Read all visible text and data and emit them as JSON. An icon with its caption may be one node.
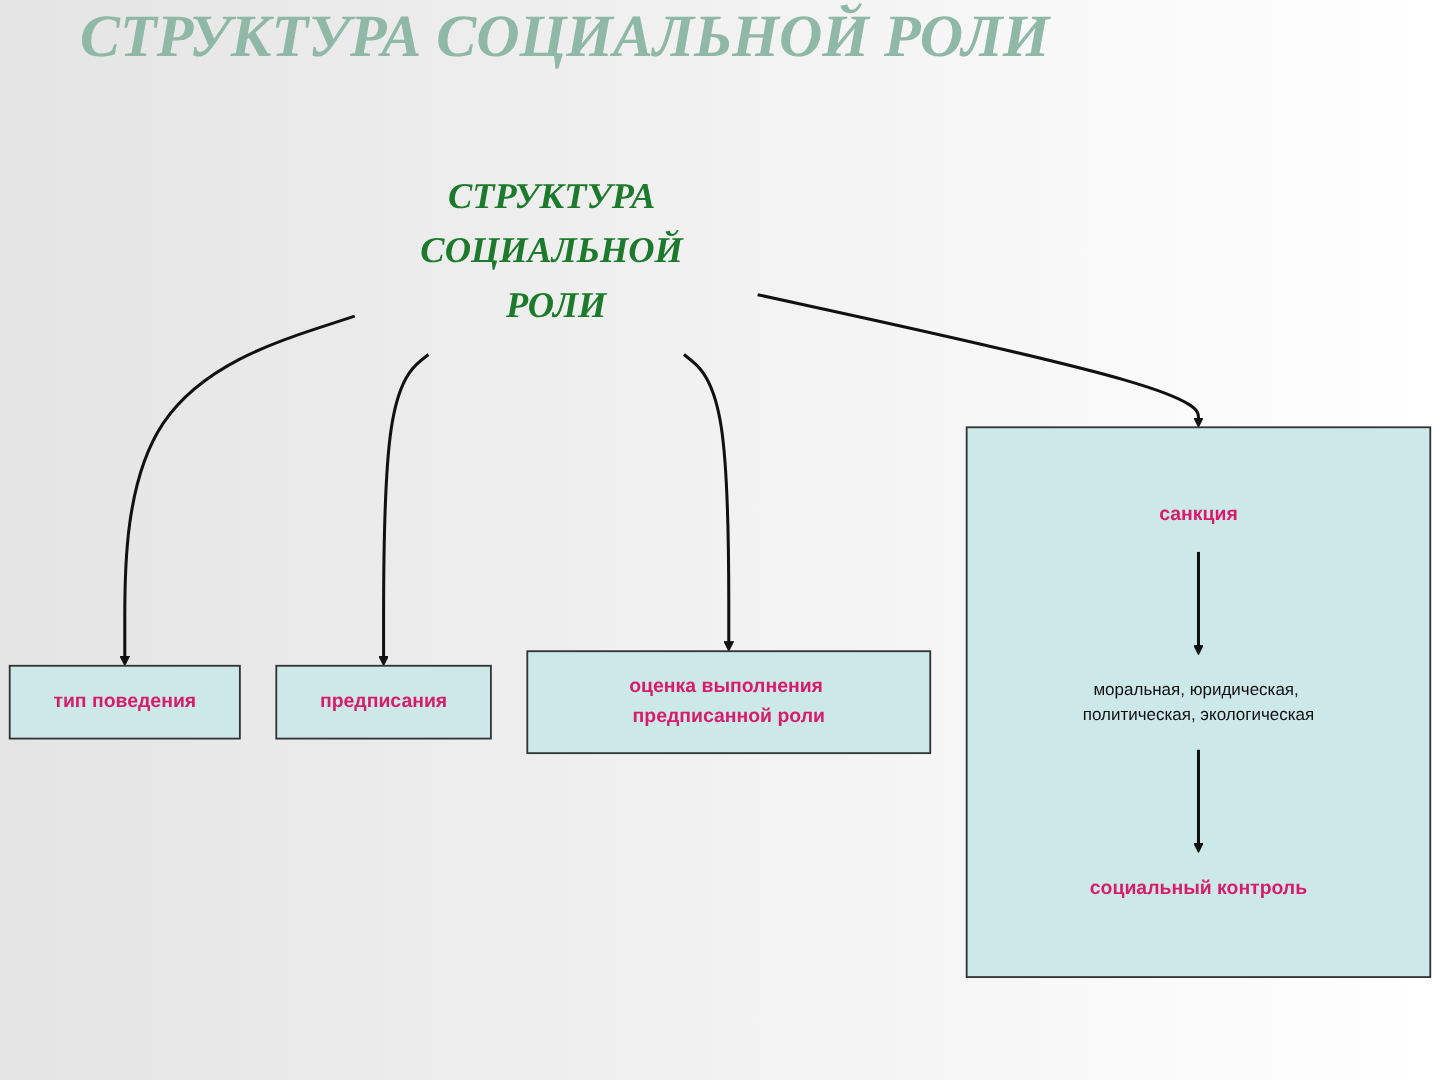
{
  "diagram": {
    "nodes": [
      {
        "text": [
          "СТРУКТУРА СОЦИАЛЬНОЙ РОЛИ"
        ]
      },
      {
        "text": [
          "тип поведения"
        ]
      },
      {
        "text": [
          "предписания"
        ]
      },
      {
        "text": [
          "оценка выполнения предписанной роли"
        ]
      },
      {
        "text": [],
        "shape": "box"
      },
      {
        "text": [
          "санкция"
        ],
        "in": 4
      },
      {
        "text": [
          "моральная, юридическая, политическая, экологическая"
        ],
        "in": 4
      },
      {
        "text": [
          "социальный контроль"
        ],
        "in": 4
      }
    ],
    "edges": [
      {
        "from": 0,
        "to": 1,
        "arrow": "to"
      },
      {
        "from": 0,
        "to": 2,
        "arrow": "to"
      },
      {
        "from": 0,
        "to": 3,
        "arrow": "to"
      },
      {
        "from": 0,
        "to": 4,
        "arrow": "to"
      },
      {
        "from": 5,
        "to": 6,
        "arrow": "to"
      },
      {
        "from": 6,
        "to": 7,
        "arrow": "to"
      }
    ],
    "labels": [
      "СТРУКТУРА СОЦИАЛЬНОЙ РОЛИ"
    ]
  }
}
